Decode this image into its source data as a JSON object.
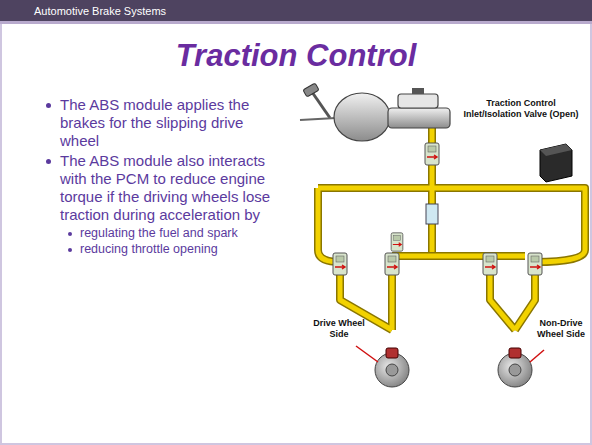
{
  "diagram": {
    "title": "Traction Control",
    "nodes": [
      {
        "text": [
          "Automotive Brake Systems"
        ]
      }
    ],
    "labels": [
      "The ABS module applies the brakes for the slipping drive wheel",
      "The ABS module also interacts with the PCM to reduce engine torque if the driving wheels lose traction during acceleration by",
      "regulating the fuel and spark",
      "reducing throttle opening",
      "Traction Control Inlet/Isolation Valve (Open)",
      "Drive Wheel Side",
      "Non-Drive Wheel Side"
    ]
  }
}
